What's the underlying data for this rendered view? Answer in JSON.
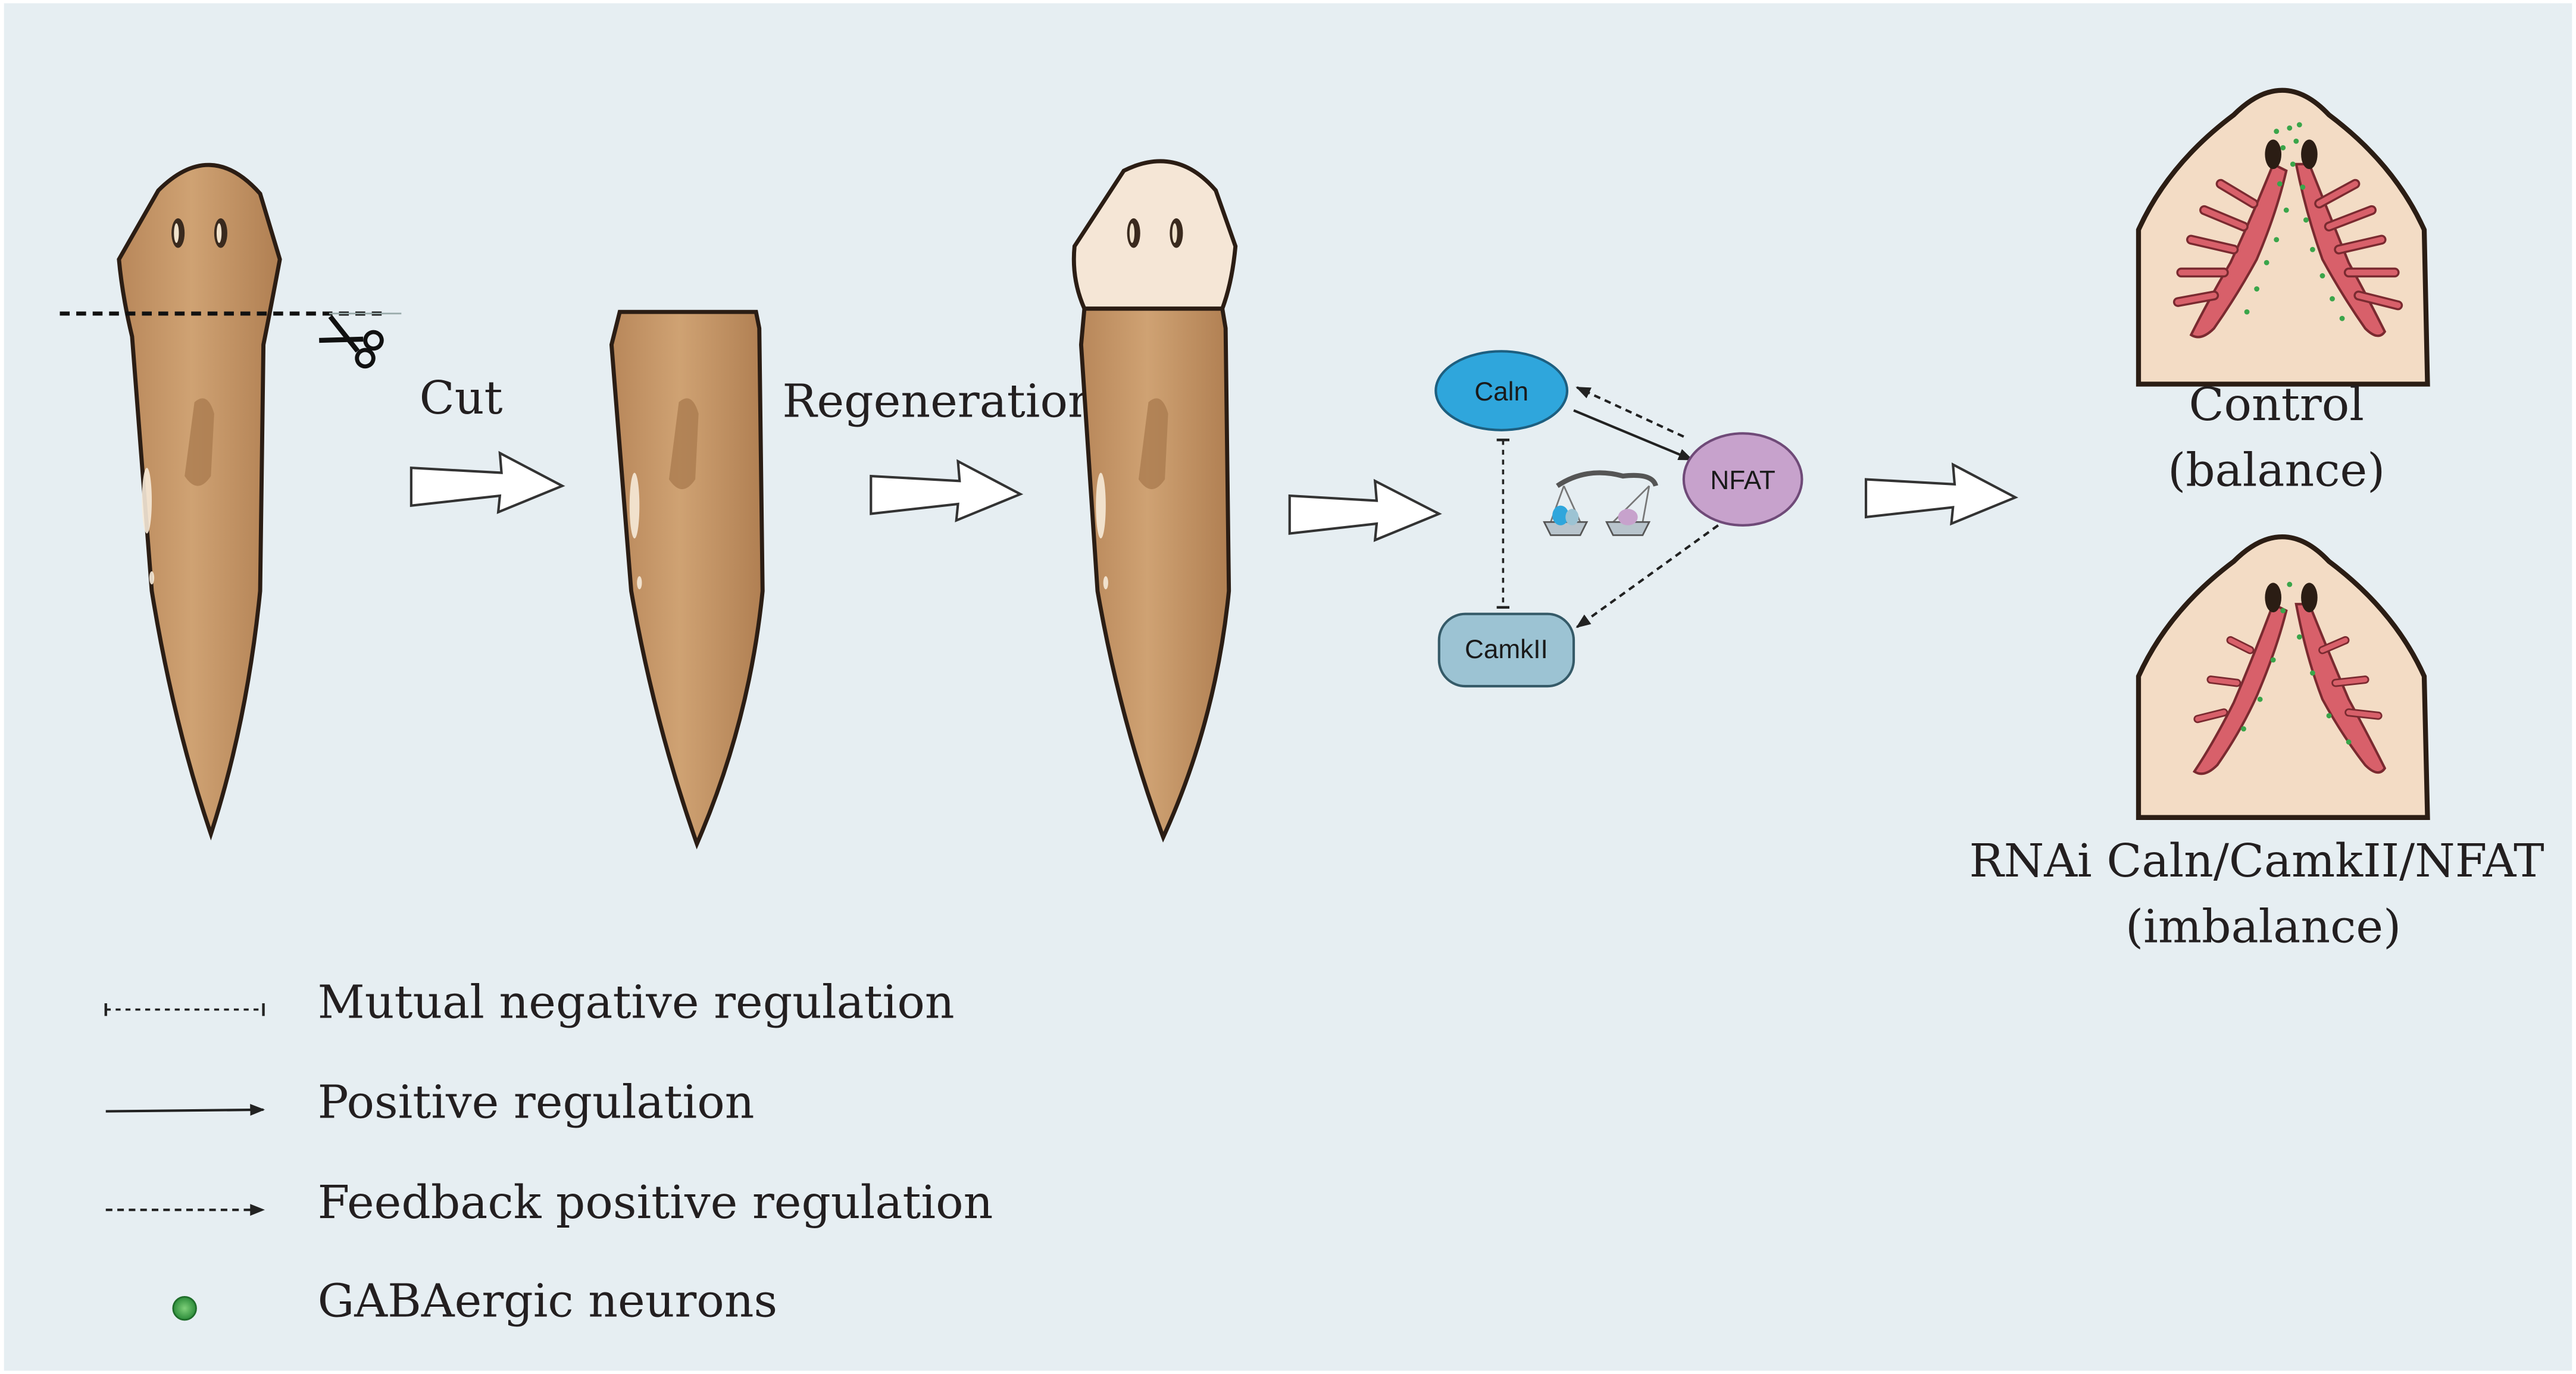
{
  "steps": {
    "cut": "Cut",
    "regeneration": "Regeneration"
  },
  "network": {
    "caln": "Caln",
    "nfat": "NFAT",
    "camkii": "CamkII"
  },
  "outcomes": {
    "control_line1": "Control",
    "control_line2": "(balance)",
    "rnai_line1": "RNAi Caln/CamkII/NFAT",
    "rnai_line2": "(imbalance)"
  },
  "legend": {
    "mutual_negative": "Mutual negative regulation",
    "positive": "Positive regulation",
    "feedback_positive": "Feedback positive regulation",
    "gabaergic": "GABAergic neurons"
  },
  "colors": {
    "background": "#e6eef2",
    "body": "#c79a6a",
    "outline": "#2b1d14",
    "regenerated_head": "#f5e6d6",
    "caln": "#2fa6dc",
    "nfat": "#c7a2cc",
    "camkii": "#9cc3d3",
    "pharynx": "#d8606a",
    "neuron": "#3aa54a"
  }
}
